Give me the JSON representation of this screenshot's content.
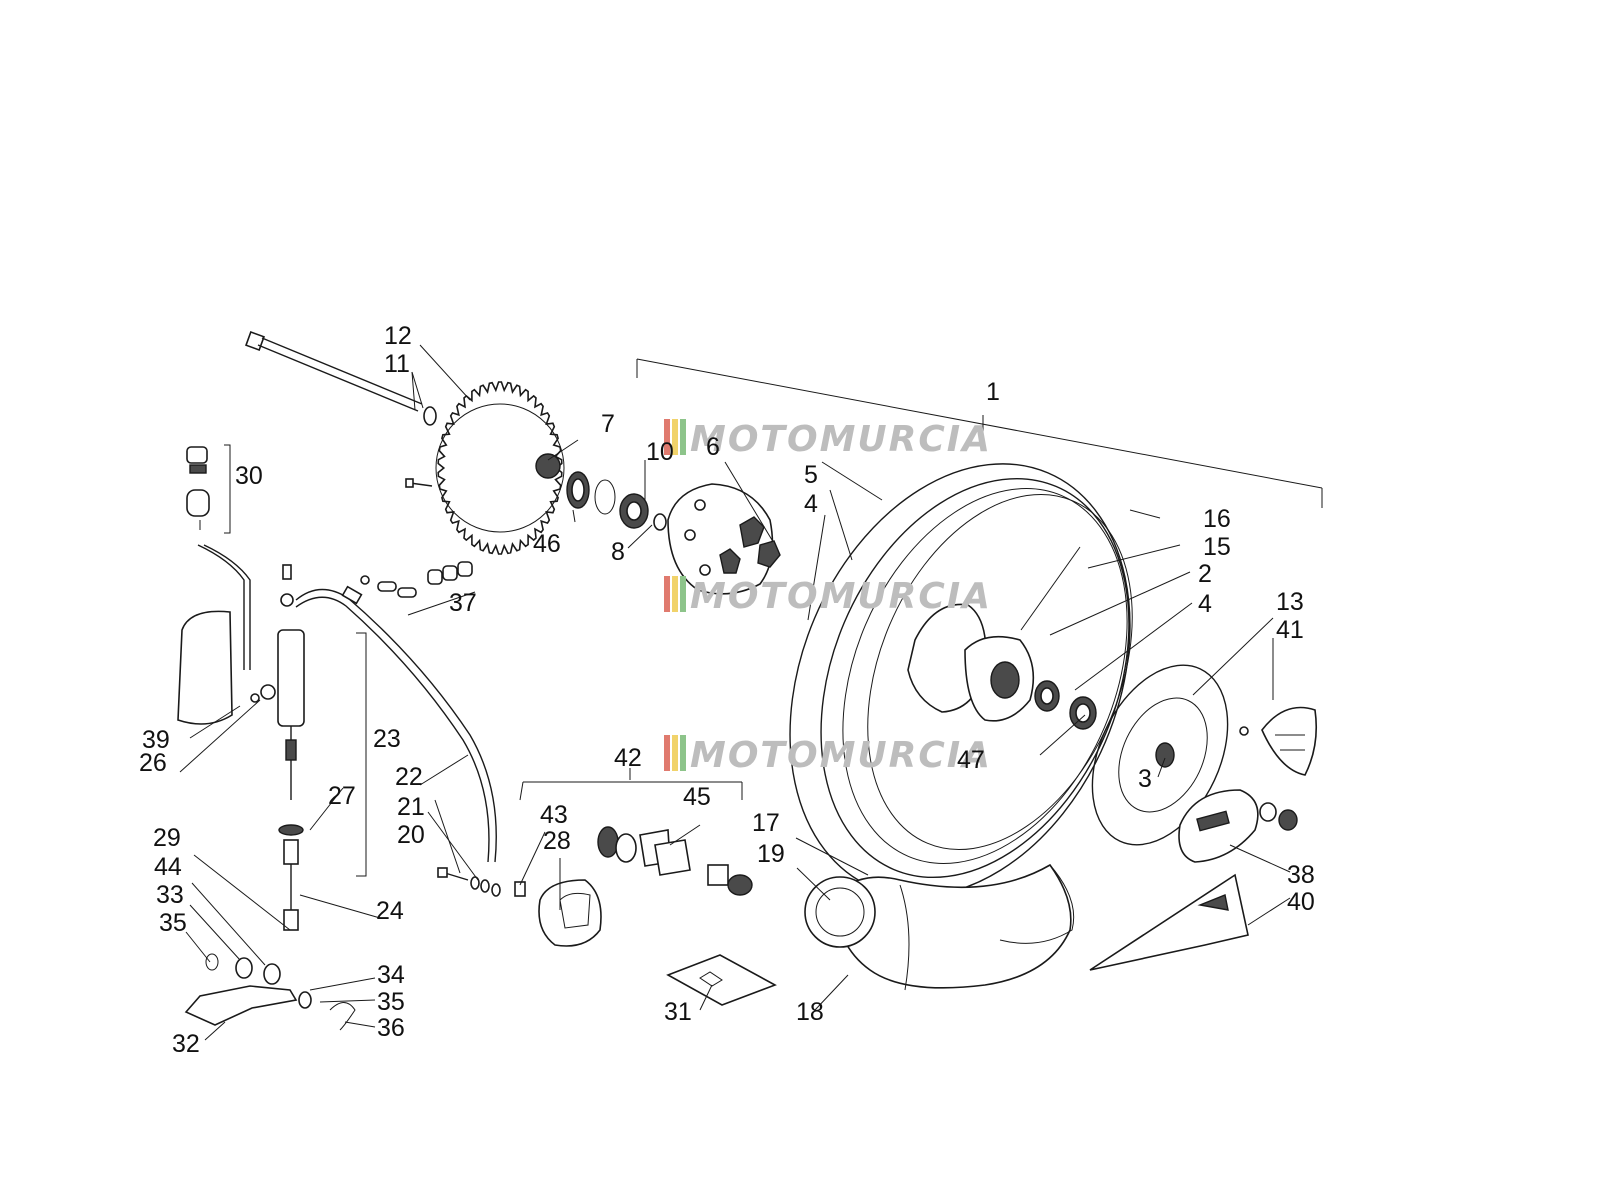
{
  "diagram": {
    "labels": [
      "1",
      "2",
      "3",
      "4",
      "4",
      "5",
      "6",
      "7",
      "8",
      "10",
      "11",
      "12",
      "13",
      "15",
      "16",
      "17",
      "18",
      "19",
      "20",
      "21",
      "22",
      "23",
      "24",
      "26",
      "27",
      "28",
      "29",
      "30",
      "31",
      "32",
      "33",
      "34",
      "35",
      "35",
      "36",
      "37",
      "38",
      "39",
      "40",
      "41",
      "42",
      "43",
      "44",
      "45",
      "46",
      "47"
    ],
    "watermark": "MOTOMURCIA",
    "colors": {
      "line": "#1a1a1a",
      "watermark_text": "#bdbdbd",
      "stripe_red": "#e07a6e",
      "stripe_yellow": "#f1d36b",
      "stripe_green": "#8dc48a"
    }
  }
}
